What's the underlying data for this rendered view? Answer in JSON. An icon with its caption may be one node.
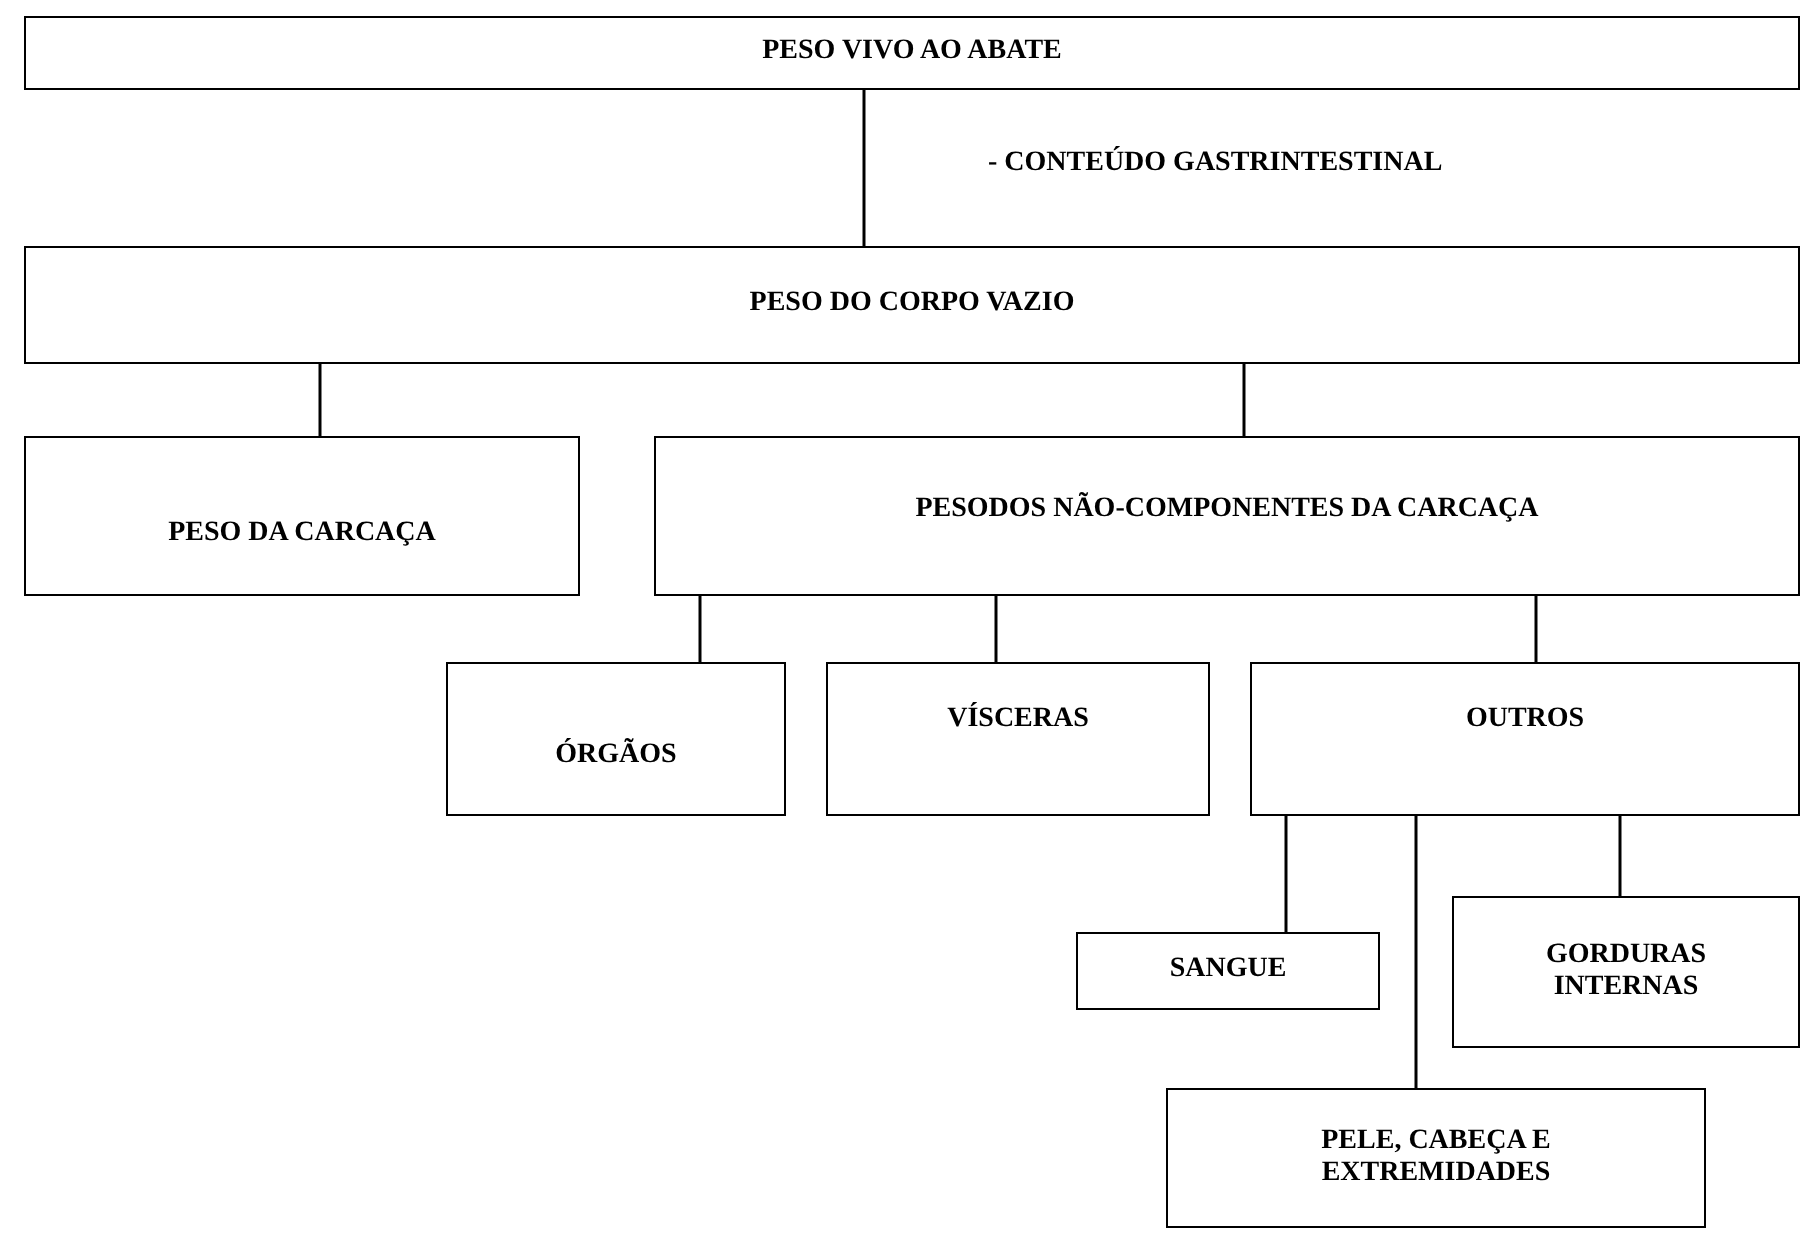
{
  "diagram": {
    "nodes": [
      {
        "text": [
          "PESO VIVO AO ABATE"
        ]
      },
      {
        "text": [
          "PESO DO CORPO VAZIO"
        ]
      },
      {
        "text": [
          "PESO DA CARCAÇA"
        ]
      },
      {
        "text": [
          "PESODOS NÃO-COMPONENTES DA CARCAÇA"
        ]
      },
      {
        "text": [
          "ÓRGÃOS"
        ]
      },
      {
        "text": [
          "VÍSCERAS"
        ]
      },
      {
        "text": [
          "OUTROS"
        ]
      },
      {
        "text": [
          "SANGUE"
        ]
      },
      {
        "text": [
          "GORDURAS INTERNAS"
        ]
      },
      {
        "text": [
          "PELE, CABEÇA E EXTREMIDADES"
        ]
      }
    ],
    "edges": [
      {
        "from": 0,
        "to": 1,
        "arrow": "none",
        "label": "- CONTEÚDO GASTRINTESTINAL"
      },
      {
        "from": 1,
        "to": 2,
        "arrow": "none"
      },
      {
        "from": 1,
        "to": 3,
        "arrow": "none"
      },
      {
        "from": 3,
        "to": 4,
        "arrow": "none"
      },
      {
        "from": 3,
        "to": 5,
        "arrow": "none"
      },
      {
        "from": 3,
        "to": 6,
        "arrow": "none"
      },
      {
        "from": 6,
        "to": 7,
        "arrow": "none"
      },
      {
        "from": 6,
        "to": 9,
        "arrow": "none"
      },
      {
        "from": 6,
        "to": 8,
        "arrow": "none"
      }
    ]
  }
}
